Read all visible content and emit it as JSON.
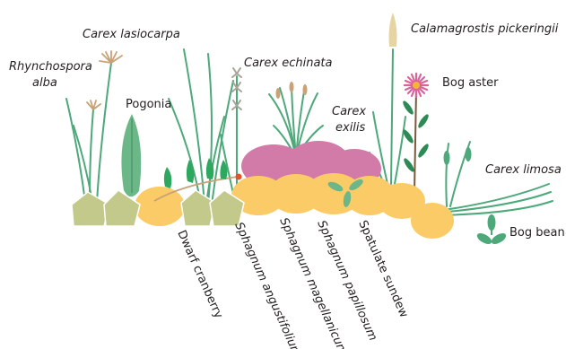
{
  "labels": {
    "rhynchospora_1": "Rhynchospora",
    "rhynchospora_2": "alba",
    "carex_lasiocarpa": "Carex lasiocarpa",
    "pogonia": "Pogonia",
    "carex_echinata": "Carex echinata",
    "carex_exilis_1": "Carex",
    "carex_exilis_2": "exilis",
    "calamagrostis": "Calamagrostis pickeringii",
    "bog_aster": "Bog aster",
    "carex_limosa": "Carex limosa",
    "bog_bean": "Bog bean",
    "dwarf_cranberry": "Dwarf cranberry",
    "sphagnum_angustifolium": "Sphagnum angustifolium",
    "sphagnum_magellanicum": "Sphagnum magellanicum",
    "sphagnum_papillosum": "Sphagnum papillosum",
    "spatulate_sundew": "Spatulate sundew"
  },
  "colors": {
    "hummock_green": "#c2c98a",
    "hummock_orange": "#fbcb67",
    "hummock_pink": "#d27aa8",
    "stem_green": "#4da87a",
    "dark_green": "#2e8a55",
    "tan": "#c9a277",
    "red_dot": "#e8522a"
  }
}
